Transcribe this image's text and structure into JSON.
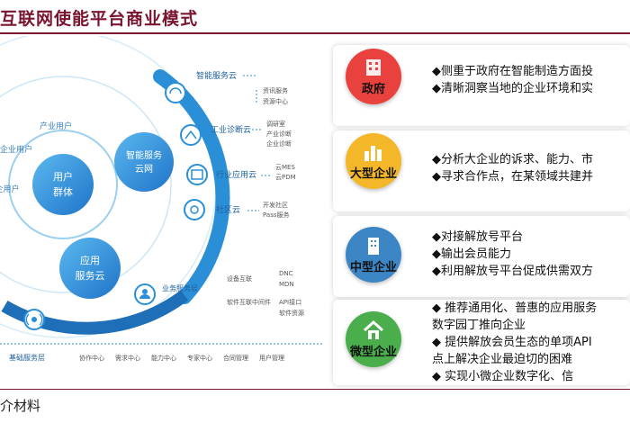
{
  "header": {
    "title": "互联网使能平台商业模式"
  },
  "footer": {
    "source": "介材料"
  },
  "diagram": {
    "center": {
      "line1": "用户",
      "line2": "群体"
    },
    "ring_users": [
      "产业用户",
      "企业用户",
      "企用户"
    ],
    "hub_smart": {
      "line1": "智能服务",
      "line2": "云网"
    },
    "hub_app": {
      "line1": "应用",
      "line2": "服务云"
    },
    "clouds": [
      {
        "name": "智能服务云",
        "items": [
          "资讯服务",
          "资源中心"
        ]
      },
      {
        "name": "工业诊断云",
        "items": [
          "调研室",
          "产业诊断",
          "企业诊断"
        ]
      },
      {
        "name": "行业应用云",
        "items": [
          "云MES",
          "云PDM",
          ""
        ]
      },
      {
        "name": "社区云",
        "items": [
          "开发社区",
          "Pass服务"
        ]
      },
      {
        "name": "业务服务层",
        "items": [
          "设备互联",
          "软件互联中间件"
        ],
        "sub": [
          "DNC",
          "MDN",
          "API接口",
          "软件资源"
        ]
      }
    ],
    "base": {
      "name": "基础服务层",
      "items": [
        "协作中心",
        "需求中心",
        "能力中心",
        "专家中心",
        "合同管理",
        "用户管理"
      ]
    }
  },
  "segments": [
    {
      "label": "政府",
      "color": "#e9413e",
      "lines": [
        "◆侧重于政府在智能制造方面投",
        "◆清晰洞察当地的企业环境和实"
      ]
    },
    {
      "label": "大型企业",
      "color": "#f5b72a",
      "lines": [
        "◆分析大企业的诉求、能力、市",
        "◆寻求合作点，在某领域共建并"
      ]
    },
    {
      "label": "中型企业",
      "color": "#3d86c6",
      "lines": [
        "◆对接解放号平台",
        "◆输出会员能力",
        "◆利用解放号平台促成供需双方"
      ]
    },
    {
      "label": "微型企业",
      "color": "#4aae4d",
      "lines": [
        "◆ 推荐通用化、普惠的应用服务",
        "   数字园丁推向企业",
        "◆ 提供解放会员生态的单项API",
        "   点上解决企业最迫切的困难",
        "◆ 实现小微企业数字化、信"
      ]
    }
  ]
}
